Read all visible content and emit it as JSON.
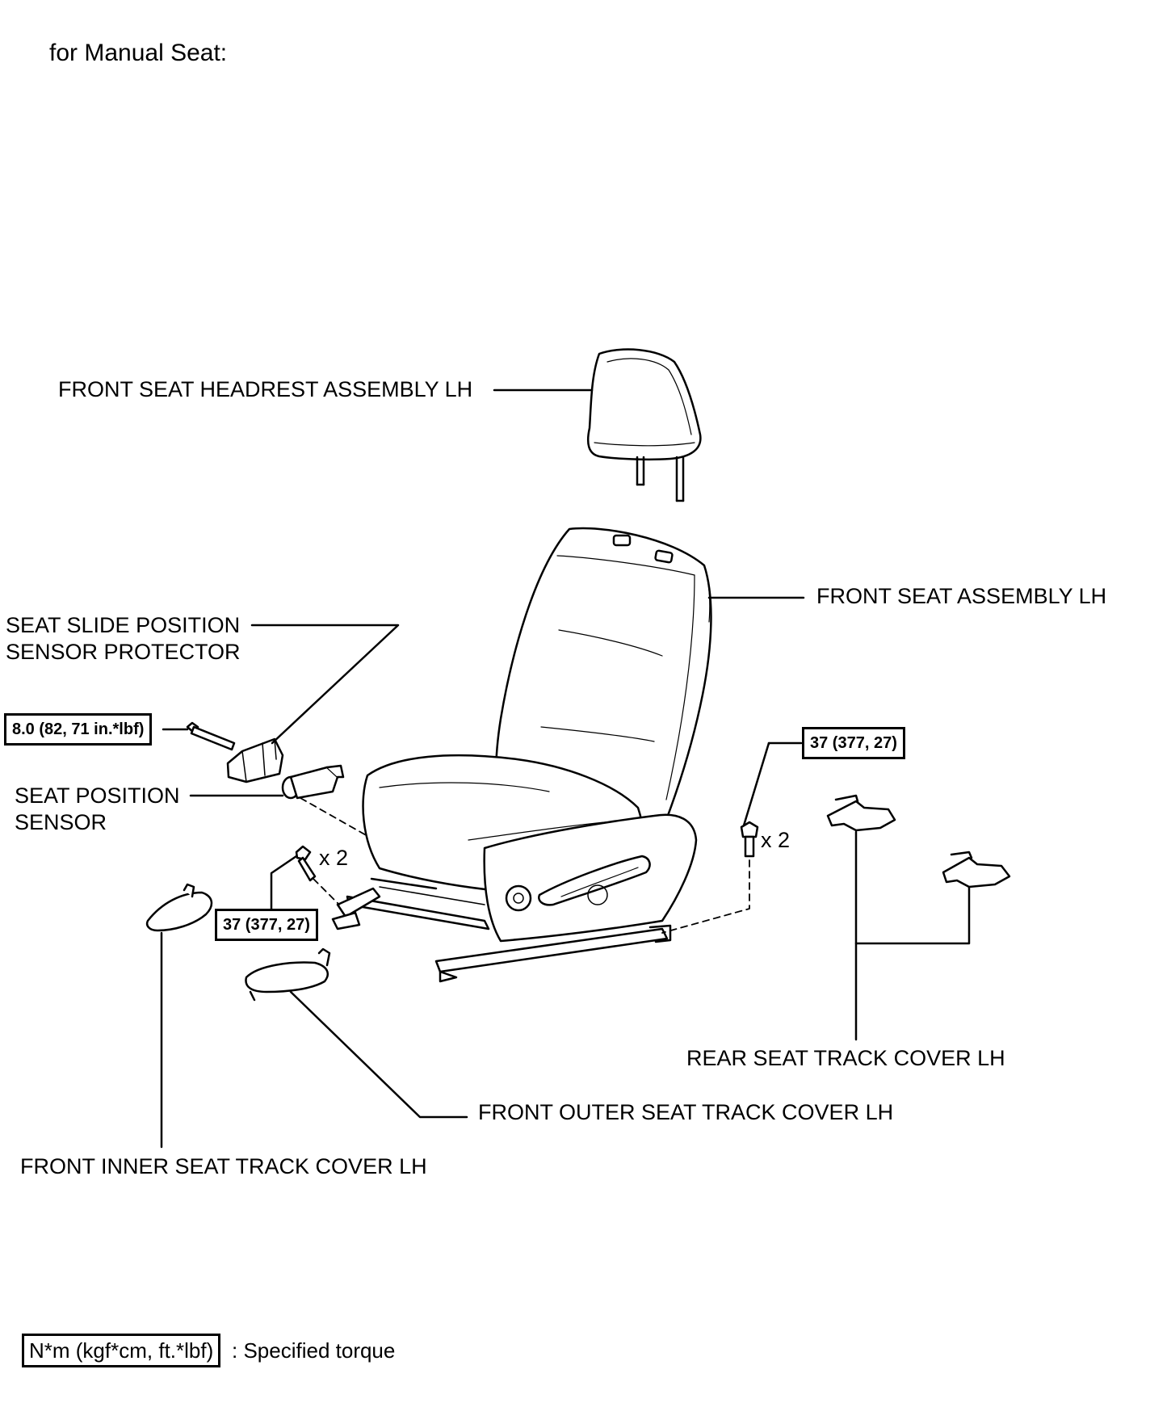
{
  "heading": "for Manual Seat:",
  "labels": {
    "headrest": "FRONT SEAT HEADREST ASSEMBLY LH",
    "seat_assembly": "FRONT SEAT ASSEMBLY LH",
    "slide_protector_line1": "SEAT SLIDE POSITION",
    "slide_protector_line2": "SENSOR PROTECTOR",
    "position_sensor_line1": "SEAT POSITION",
    "position_sensor_line2": "SENSOR",
    "rear_track_cover": "REAR SEAT TRACK COVER LH",
    "front_outer_cover": "FRONT OUTER SEAT TRACK COVER LH",
    "front_inner_cover": "FRONT INNER SEAT TRACK COVER LH"
  },
  "torques": {
    "sensor_protector_bolt": "8.0 (82, 71 in.*lbf)",
    "front_bolt": "37 (377, 27)",
    "rear_bolt": "37 (377, 27)"
  },
  "counts": {
    "front_bolt": "x 2",
    "rear_bolt": "x 2"
  },
  "legend": {
    "unit_box": "N*m (kgf*cm, ft.*lbf)",
    "description": ": Specified torque"
  }
}
